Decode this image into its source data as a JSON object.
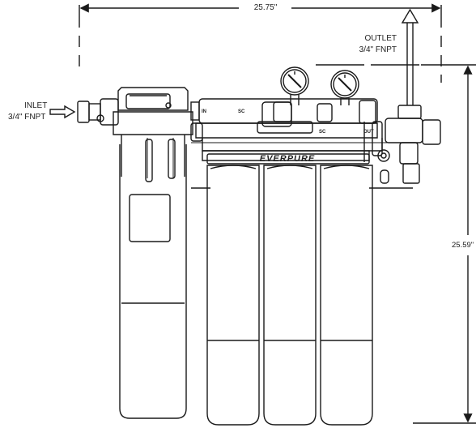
{
  "dimensions": {
    "width": "25.75\"",
    "height": "25.59\""
  },
  "inlet": {
    "label": "INLET",
    "spec": "3/4\" FNPT"
  },
  "outlet": {
    "label": "OUTLET",
    "spec": "3/4\" FNPT"
  },
  "brand": "EVERPURE",
  "manifold_labels": {
    "in": "IN",
    "sc1": "SC",
    "sc2": "SC",
    "out": "OUT"
  },
  "colors": {
    "line": "#1a1a1a",
    "background": "#ffffff"
  }
}
